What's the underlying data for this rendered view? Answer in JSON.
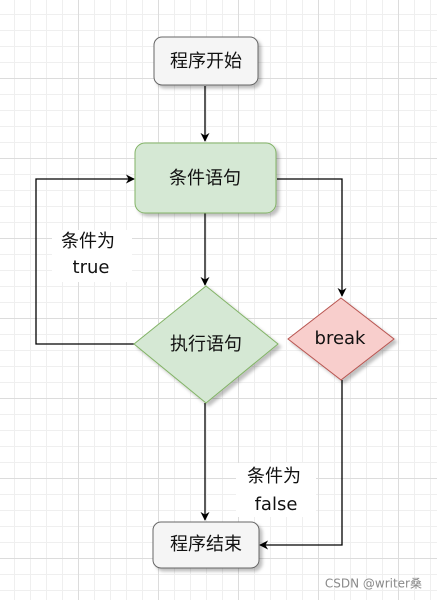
{
  "nodes": {
    "start": "程序开始",
    "condition": "条件语句",
    "execute": "执行语句",
    "break": "break",
    "end": "程序结束"
  },
  "edge_labels": {
    "true_line1": "条件为",
    "true_line2": "true",
    "false_line1": "条件为",
    "false_line2": "false"
  },
  "watermark": "CSDN @writer桑",
  "colors": {
    "start_fill": "#f5f5f5",
    "start_stroke": "#666666",
    "condition_fill": "#d5e8d4",
    "condition_stroke": "#82b366",
    "break_fill": "#f8cecc",
    "break_stroke": "#b85450",
    "edge": "#000000"
  }
}
